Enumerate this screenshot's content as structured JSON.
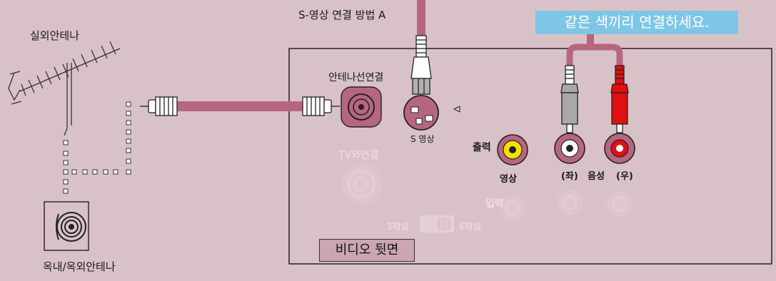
{
  "labels": {
    "s_video_method": "S-영상 연결 방법 A",
    "outdoor_antenna": "실외안테나",
    "indoor_outdoor_antenna": "옥내/옥외안테나",
    "banner": "같은 색끼리 연결하세요.",
    "antenna_connection": "안테나선연결",
    "s_video": "S 영상",
    "tv_connection": "TV와연결",
    "output": "출력",
    "video": "영상",
    "left": "(좌)",
    "audio": "음성",
    "right": "(우)",
    "input": "입력",
    "channel3": "3채널",
    "channel4": "4채널",
    "vcr_rear": "비디오 뒷면"
  },
  "colors": {
    "background": "#d8c2c8",
    "cable": "#b7667f",
    "banner": "#7fc6e6",
    "jack_yellow": "#f5e000",
    "plug_red": "#e01010",
    "plug_gray": "#a8a8a8"
  },
  "icons": [
    "outdoor-antenna-icon",
    "indoor-antenna-icon",
    "coax-plug-icon",
    "s-video-plug-icon",
    "rca-plug-icon",
    "rca-jack-icon",
    "channel-switch-icon"
  ]
}
